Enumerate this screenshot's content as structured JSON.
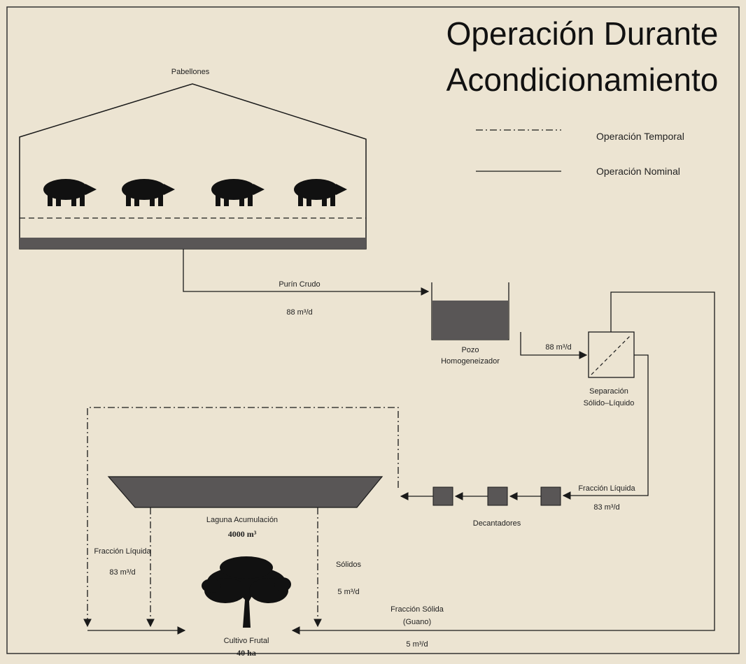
{
  "title": {
    "line1": "Operación Durante",
    "line2": "Acondicionamiento"
  },
  "legend": {
    "temporal": "Operación Temporal",
    "nominal": "Operación Nominal"
  },
  "nodes": {
    "pabellones": "Pabellones",
    "pozo_line1": "Pozo",
    "pozo_line2": "Homogeneizador",
    "separacion_line1": "Separación",
    "separacion_line2": "Sólido–Líquido",
    "decantadores": "Decantadores",
    "laguna_line1": "Laguna Acumulación",
    "laguna_line2": "4000 m³",
    "cultivo_line1": "Cultivo Frutal",
    "cultivo_line2": "40 ha"
  },
  "flows": {
    "purin_crudo": "Purín Crudo",
    "purin_crudo_rate": "88 m³/d",
    "pozo_to_sep_rate": "88 m³/d",
    "fraccion_liquida": "Fracción Líquida",
    "fraccion_liquida_rate": "83 m³/d",
    "fraccion_liquida_left": "Fracción Líquida",
    "fraccion_liquida_left_rate": "83 m³/d",
    "solidos": "Sólidos",
    "solidos_rate": "5 m³/d",
    "fraccion_solida_line1": "Fracción Sólida",
    "fraccion_solida_line2": "(Guano)",
    "fraccion_solida_rate": "5 m³/d"
  },
  "colors": {
    "background": "#ece4d2",
    "fill_dark": "#595656",
    "line": "#1a1a1a"
  }
}
